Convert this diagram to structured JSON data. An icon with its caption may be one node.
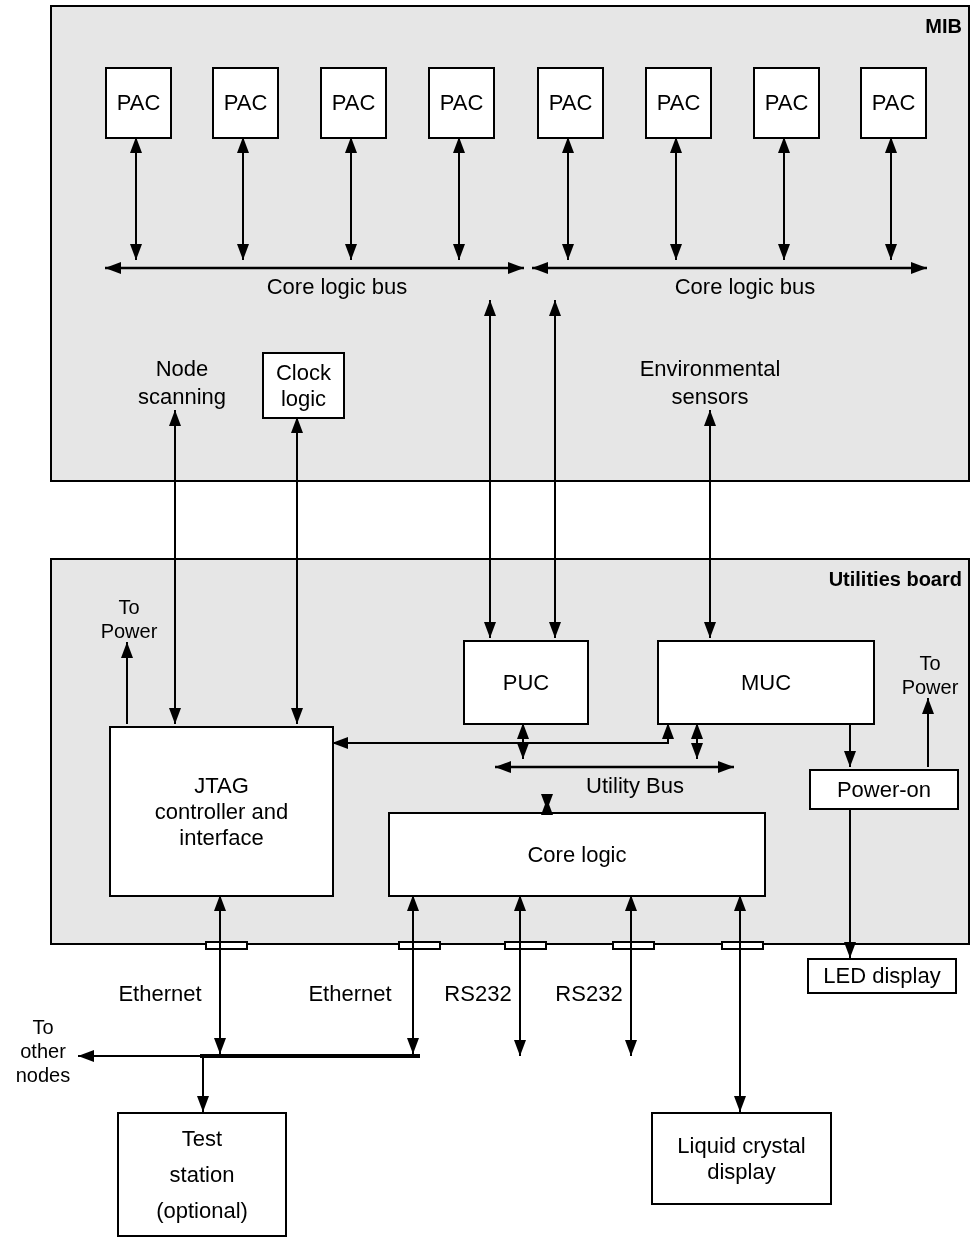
{
  "diagram": {
    "nodes": [
      {
        "text": [
          "MIB"
        ]
      },
      {
        "text": [
          "PAC"
        ],
        "in": 0
      },
      {
        "text": [
          "PAC"
        ],
        "in": 0
      },
      {
        "text": [
          "PAC"
        ],
        "in": 0
      },
      {
        "text": [
          "PAC"
        ],
        "in": 0
      },
      {
        "text": [
          "PAC"
        ],
        "in": 0
      },
      {
        "text": [
          "PAC"
        ],
        "in": 0
      },
      {
        "text": [
          "PAC"
        ],
        "in": 0
      },
      {
        "text": [
          "PAC"
        ],
        "in": 0
      },
      {
        "text": [
          "Core logic bus"
        ],
        "in": 0
      },
      {
        "text": [
          "Core logic bus"
        ],
        "in": 0
      },
      {
        "text": [
          "Node scanning"
        ],
        "in": 0
      },
      {
        "text": [
          "Clock logic"
        ],
        "in": 0
      },
      {
        "text": [
          "Environmental sensors"
        ],
        "in": 0
      },
      {
        "text": [
          "Utilities board"
        ]
      },
      {
        "text": [
          "To Power"
        ],
        "in": 14
      },
      {
        "text": [
          "JTAG controller and interface"
        ],
        "in": 14
      },
      {
        "text": [
          "PUC"
        ],
        "in": 14
      },
      {
        "text": [
          "MUC"
        ],
        "in": 14
      },
      {
        "text": [
          "Utility Bus"
        ],
        "in": 14
      },
      {
        "text": [
          "To Power"
        ],
        "in": 14
      },
      {
        "text": [
          "Power-on"
        ],
        "in": 14
      },
      {
        "text": [
          "Core logic"
        ],
        "in": 14
      },
      {
        "text": [
          "LED display"
        ]
      },
      {
        "text": [
          "To other nodes"
        ]
      },
      {
        "text": [],
        "shape": "bar"
      },
      {
        "text": [
          "Test station (optional)"
        ]
      },
      {
        "text": [
          "Liquid crystal display"
        ]
      }
    ],
    "edges": [
      {
        "from": 1,
        "to": 9,
        "arrow": "both"
      },
      {
        "from": 2,
        "to": 9,
        "arrow": "both"
      },
      {
        "from": 3,
        "to": 9,
        "arrow": "both"
      },
      {
        "from": 4,
        "to": 9,
        "arrow": "both"
      },
      {
        "from": 5,
        "to": 10,
        "arrow": "both"
      },
      {
        "from": 6,
        "to": 10,
        "arrow": "both"
      },
      {
        "from": 7,
        "to": 10,
        "arrow": "both"
      },
      {
        "from": 8,
        "to": 10,
        "arrow": "both"
      },
      {
        "from": 9,
        "to": 17,
        "arrow": "both"
      },
      {
        "from": 10,
        "to": 17,
        "arrow": "both"
      },
      {
        "from": 11,
        "to": 16,
        "arrow": "both"
      },
      {
        "from": 12,
        "to": 16,
        "arrow": "both"
      },
      {
        "from": 13,
        "to": 18,
        "arrow": "both"
      },
      {
        "from": 16,
        "to": 15,
        "arrow": "to"
      },
      {
        "from": 18,
        "to": 16,
        "arrow": "both"
      },
      {
        "from": 17,
        "to": 19,
        "arrow": "both"
      },
      {
        "from": 18,
        "to": 19,
        "arrow": "both"
      },
      {
        "from": 19,
        "to": 22,
        "arrow": "both"
      },
      {
        "from": 18,
        "to": 21,
        "arrow": "to"
      },
      {
        "from": 21,
        "to": 20,
        "arrow": "to"
      },
      {
        "from": 21,
        "to": 23,
        "arrow": "to"
      },
      {
        "from": 16,
        "to": 25,
        "arrow": "both",
        "label": "Ethernet"
      },
      {
        "from": 22,
        "to": 25,
        "arrow": "both",
        "label": "Ethernet"
      },
      {
        "from": 22,
        "to": null,
        "arrow": "both",
        "label": "RS232"
      },
      {
        "from": 22,
        "to": null,
        "arrow": "both",
        "label": "RS232"
      },
      {
        "from": 22,
        "to": 27,
        "arrow": "both"
      },
      {
        "from": 25,
        "to": 24,
        "arrow": "to"
      },
      {
        "from": 25,
        "to": 26,
        "arrow": "to"
      }
    ]
  }
}
